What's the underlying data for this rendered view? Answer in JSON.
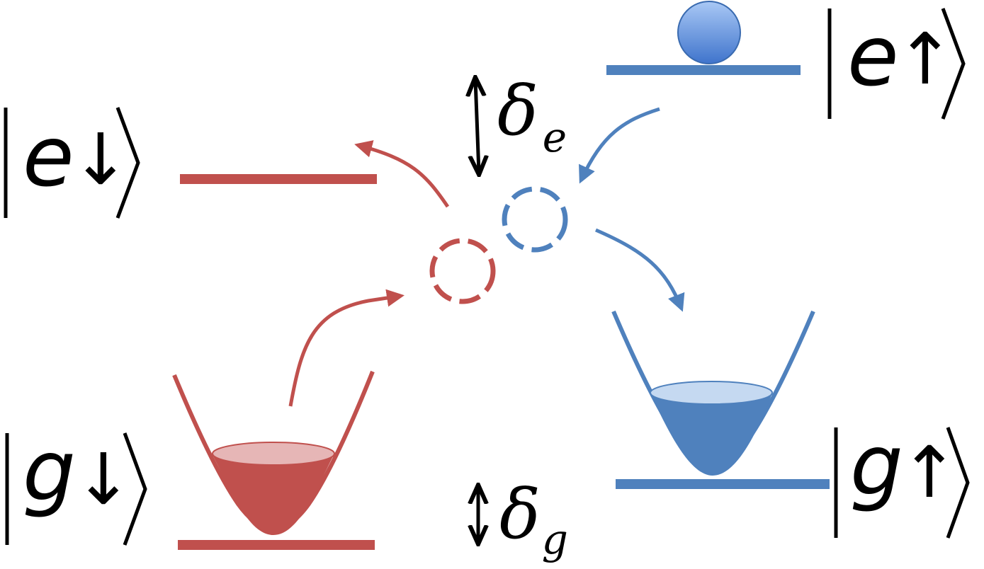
{
  "colors": {
    "red": "#c0504d",
    "red_light": "#e6b6b6",
    "blue": "#4f81bd",
    "blue_light": "#c5d9f1",
    "text": "#000000"
  },
  "states": {
    "e_up": {
      "letter": "e",
      "arrow": "↑"
    },
    "e_down": {
      "letter": "e",
      "arrow": "↓"
    },
    "g_down": {
      "letter": "g",
      "arrow": "↓"
    },
    "g_up": {
      "letter": "g",
      "arrow": "↑"
    }
  },
  "detunings": {
    "excited": {
      "symbol": "δ",
      "subscript": "e"
    },
    "ground": {
      "symbol": "δ",
      "subscript": "g"
    }
  }
}
